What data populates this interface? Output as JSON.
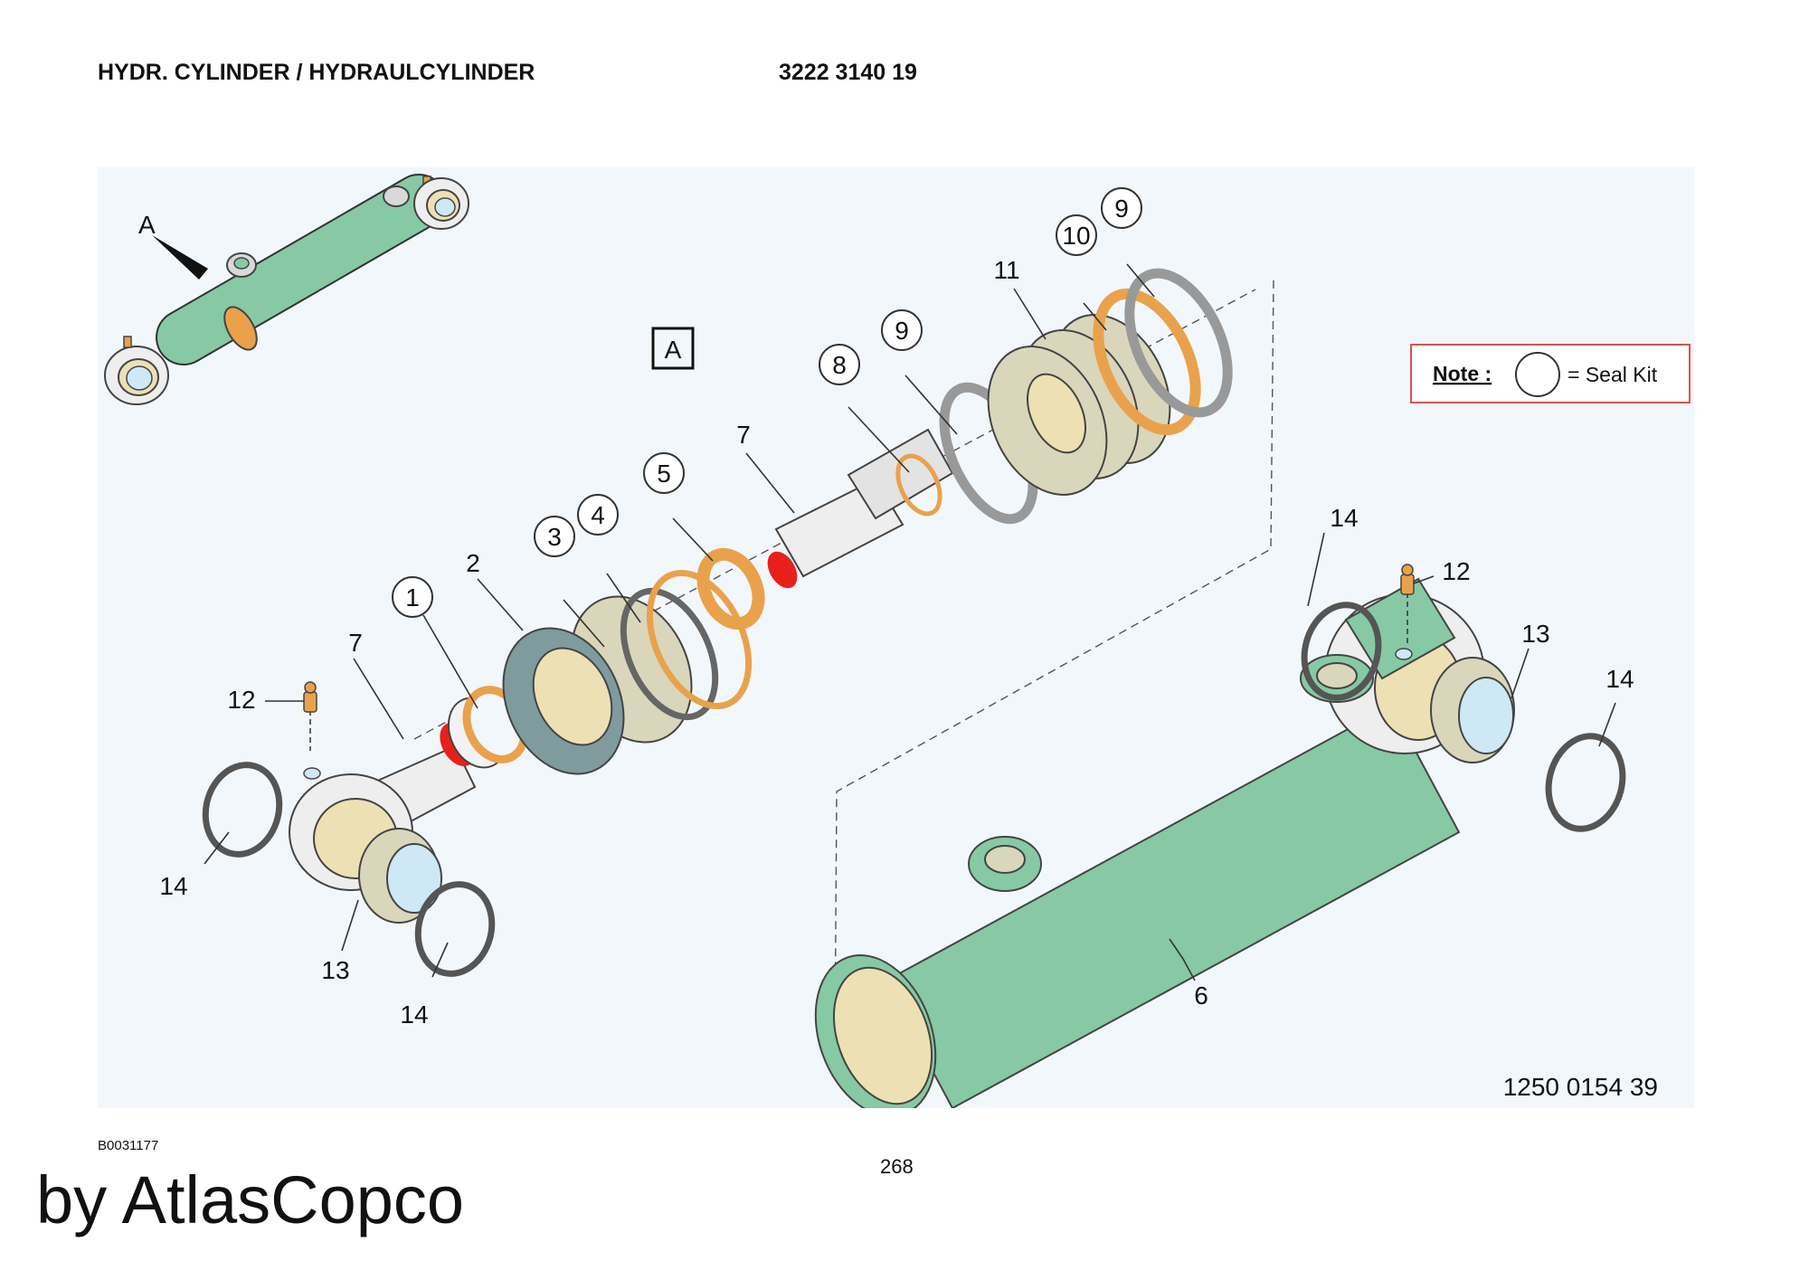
{
  "header": {
    "title": "HYDR. CYLINDER / HYDRAULCYLINDER",
    "part_number": "3222 3140 19"
  },
  "diagram": {
    "view_letter": "A",
    "detail_label": "A",
    "note": {
      "label": "Note :",
      "text": "= Seal Kit"
    },
    "drawing_number": "1250 0154 39",
    "callouts": {
      "c1": "1",
      "c2": "2",
      "c3": "3",
      "c4": "4",
      "c5": "5",
      "c6": "6",
      "c7a": "7",
      "c7b": "7",
      "c8": "8",
      "c9a": "9",
      "c9b": "9",
      "c10": "10",
      "c11": "11",
      "c12a": "12",
      "c12b": "12",
      "c13a": "13",
      "c13b": "13",
      "c14a": "14",
      "c14b": "14",
      "c14c": "14",
      "c14d": "14"
    },
    "seal_kit_items": [
      "1",
      "3",
      "4",
      "5",
      "8",
      "9",
      "10",
      "9"
    ],
    "colors": {
      "cylinder_green": "#86c9a4",
      "seal_orange": "#e9a24b",
      "bearing_beige": "#ede0b4",
      "gland_gray": "#7f9b9e",
      "piston_khaki": "#d9d6bc",
      "ring_gray": "#d9d9d9",
      "note_border": "#d9534f",
      "marker_red": "#e8201c"
    }
  },
  "footer": {
    "doc_id": "B0031177",
    "page": "268",
    "brand": "by AtlasCopco"
  }
}
